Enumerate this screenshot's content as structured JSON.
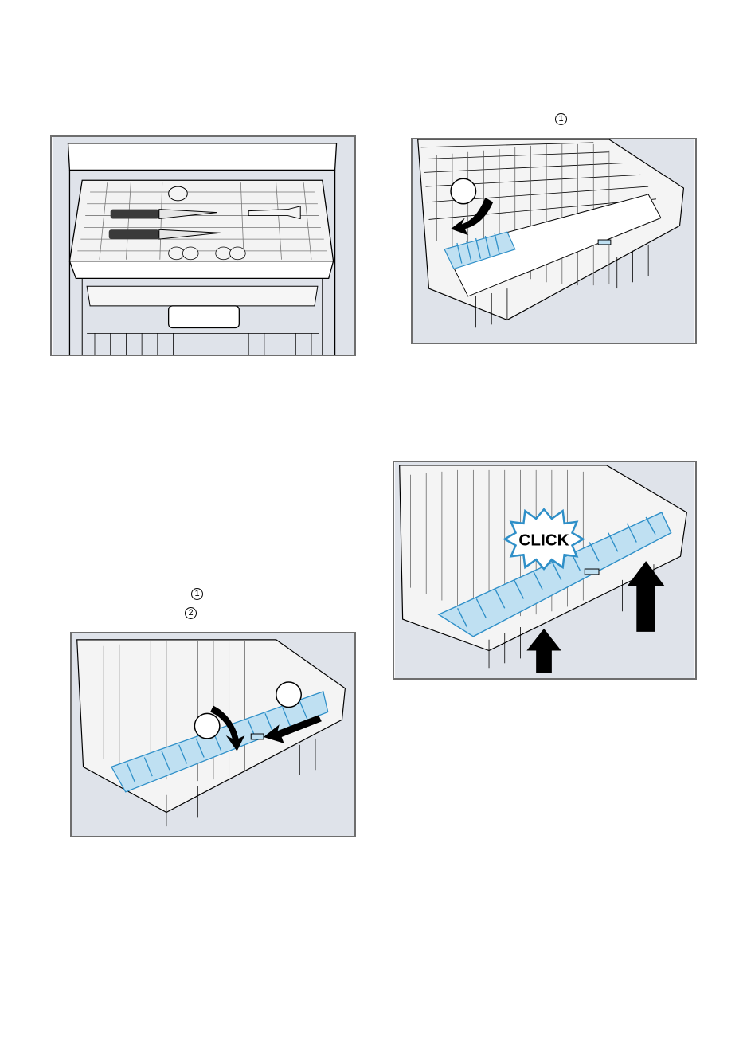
{
  "markers": {
    "fig2_step": "1",
    "fig3_step1": "1",
    "fig3_step2": "2"
  },
  "figure4": {
    "click_label": "CLICK"
  },
  "colors": {
    "accent_blue": "#2e8fc8",
    "light_blue": "#bfe0f2",
    "figure_bg": "#dfe3ea",
    "frame": "#6e6e6e"
  },
  "icons": [
    "dishwasher-rack-illustration",
    "arrow-icon",
    "click-burst-icon"
  ]
}
